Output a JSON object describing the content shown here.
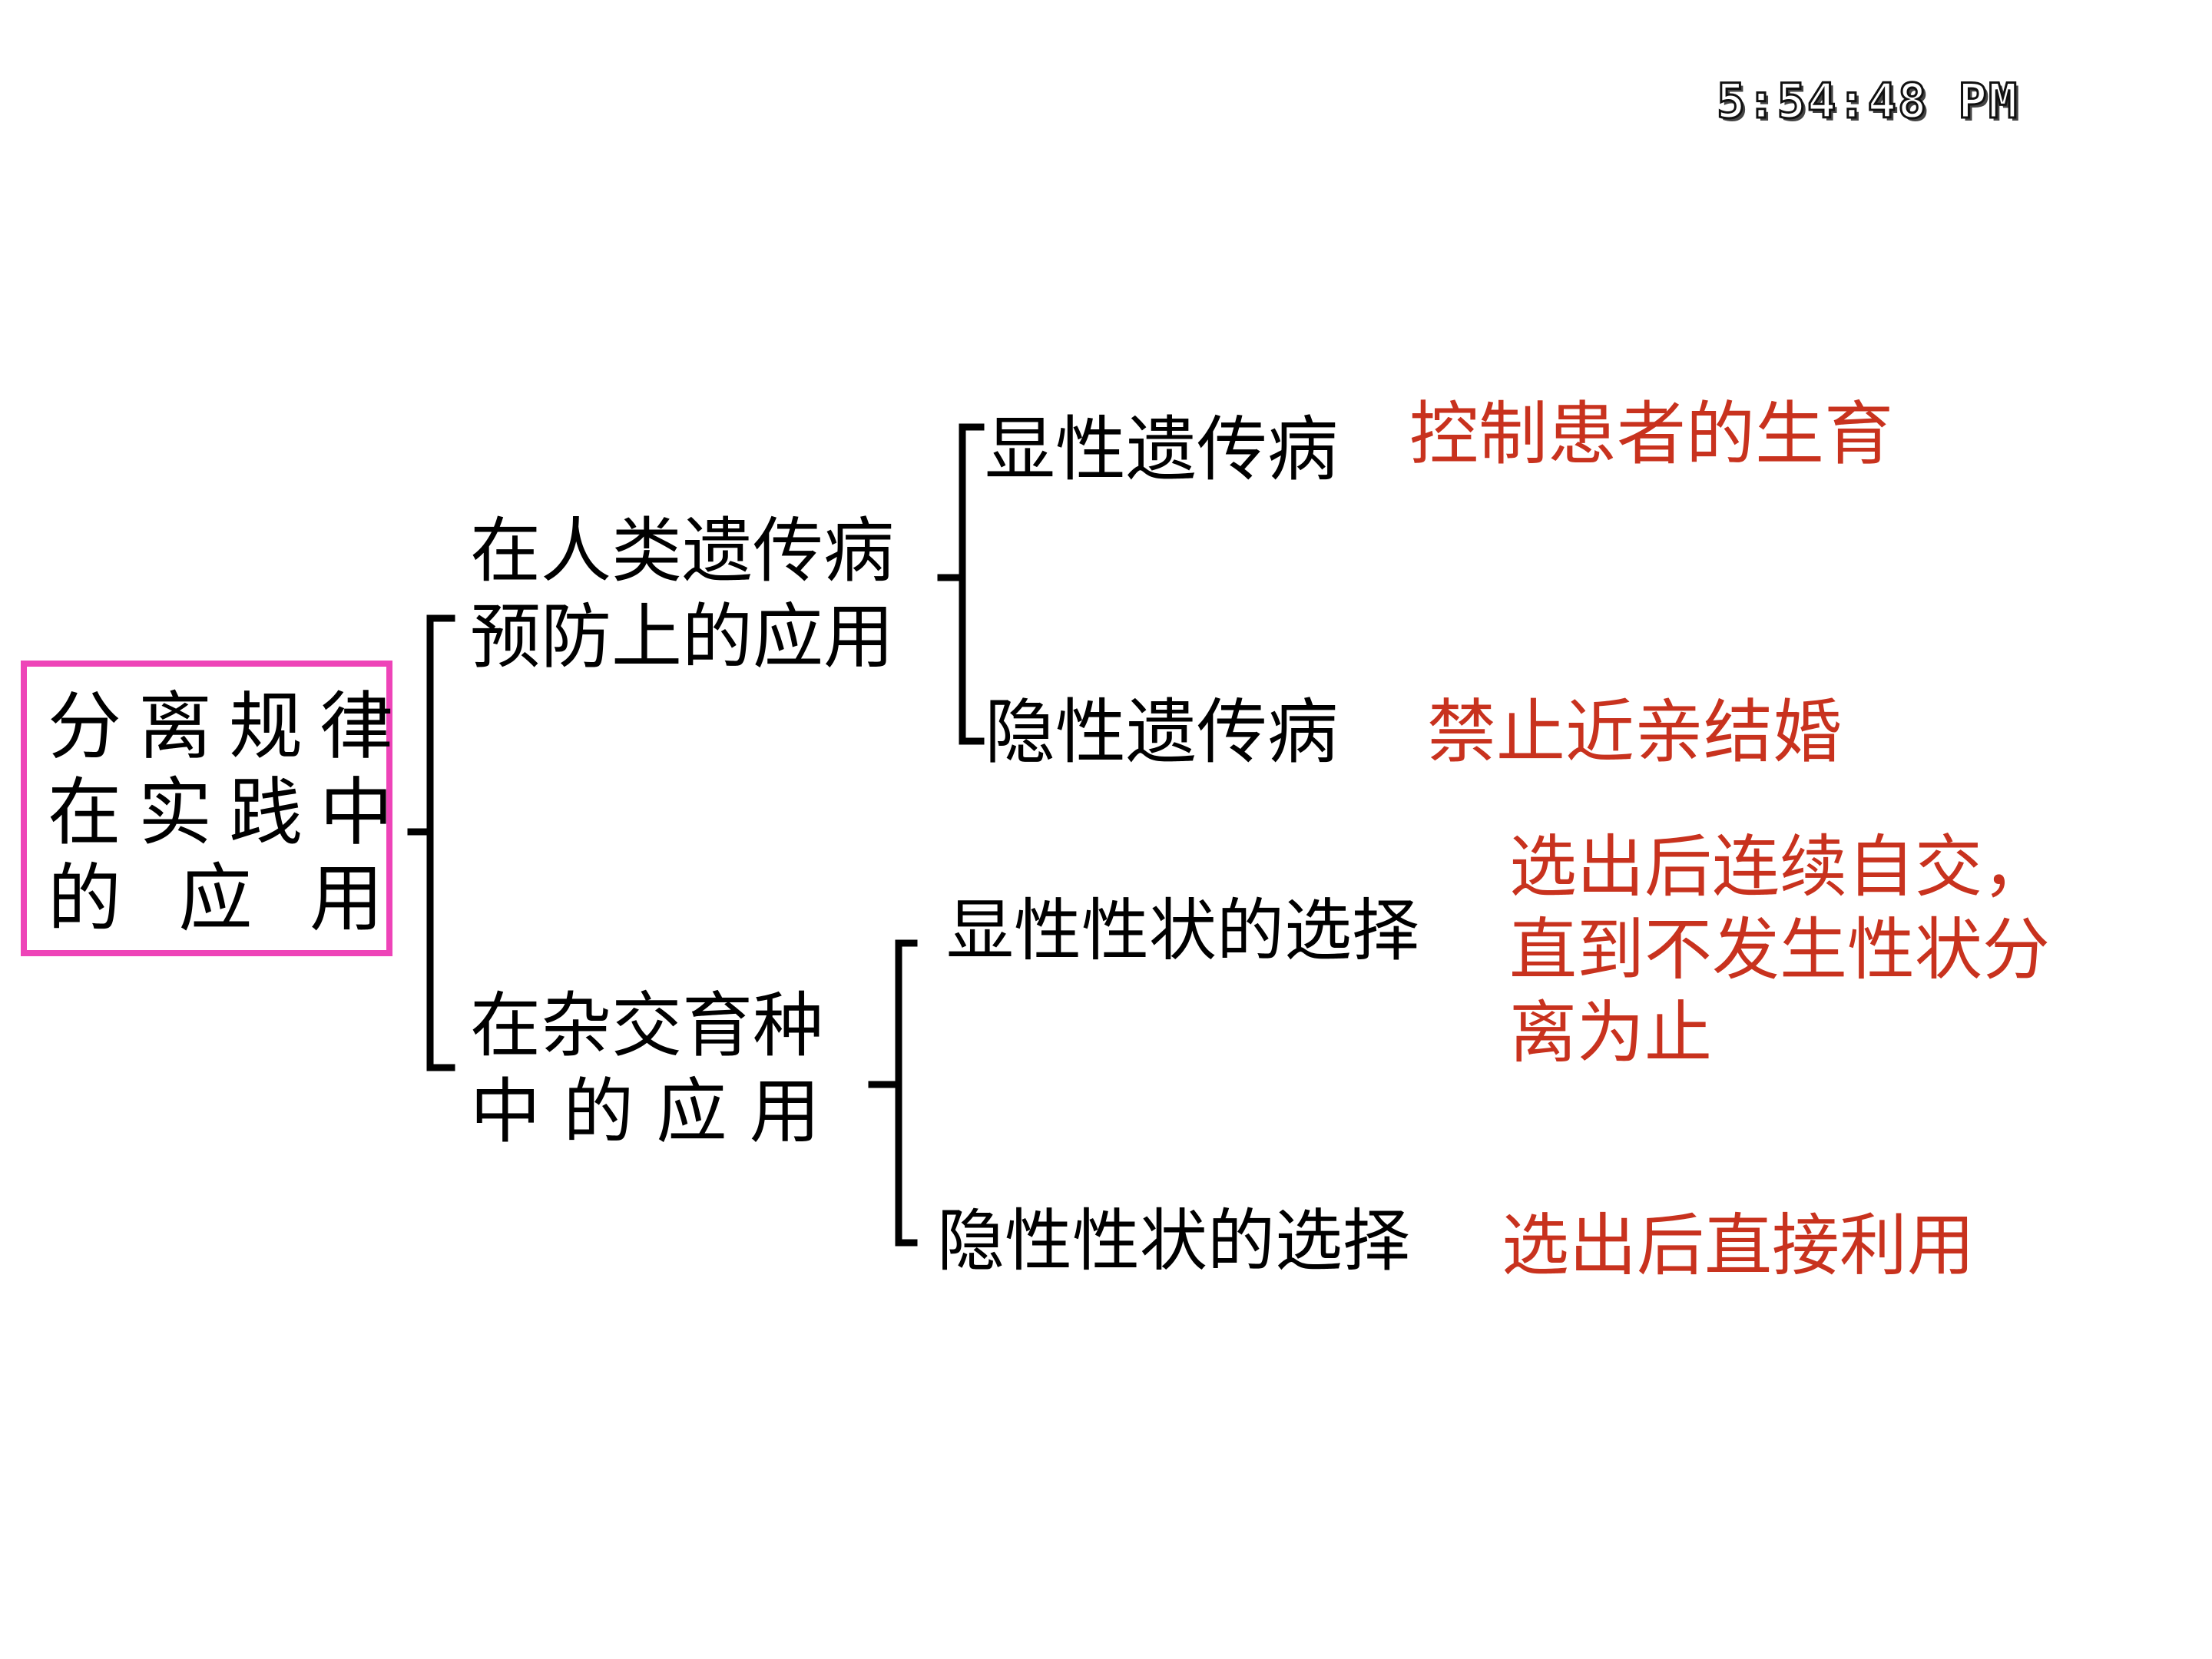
{
  "clock": "5:54:48 PM",
  "root": {
    "line1": "分离规律",
    "line2": "在实践中",
    "line3": "的 应 用"
  },
  "branch_genetic": {
    "line1": "在人类遗传病",
    "line2": "预防上的应用",
    "dominant": {
      "label": "显性遗传病",
      "action": "控制患者的生育"
    },
    "recessive": {
      "label": "隐性遗传病",
      "action": "禁止近亲结婚"
    }
  },
  "branch_breeding": {
    "line1": "在杂交育种",
    "line2": "中 的 应 用",
    "dominant": {
      "label": "显性性状的选择",
      "action_line1": "选出后连续自交，",
      "action_line2": "直到不发生性状分",
      "action_line3": "离为止"
    },
    "recessive": {
      "label": "隐性性状的选择",
      "action": "选出后直接利用"
    }
  },
  "colors": {
    "root_border": "#ee44b8",
    "action_text": "#c8321e",
    "main_text": "#000000"
  }
}
